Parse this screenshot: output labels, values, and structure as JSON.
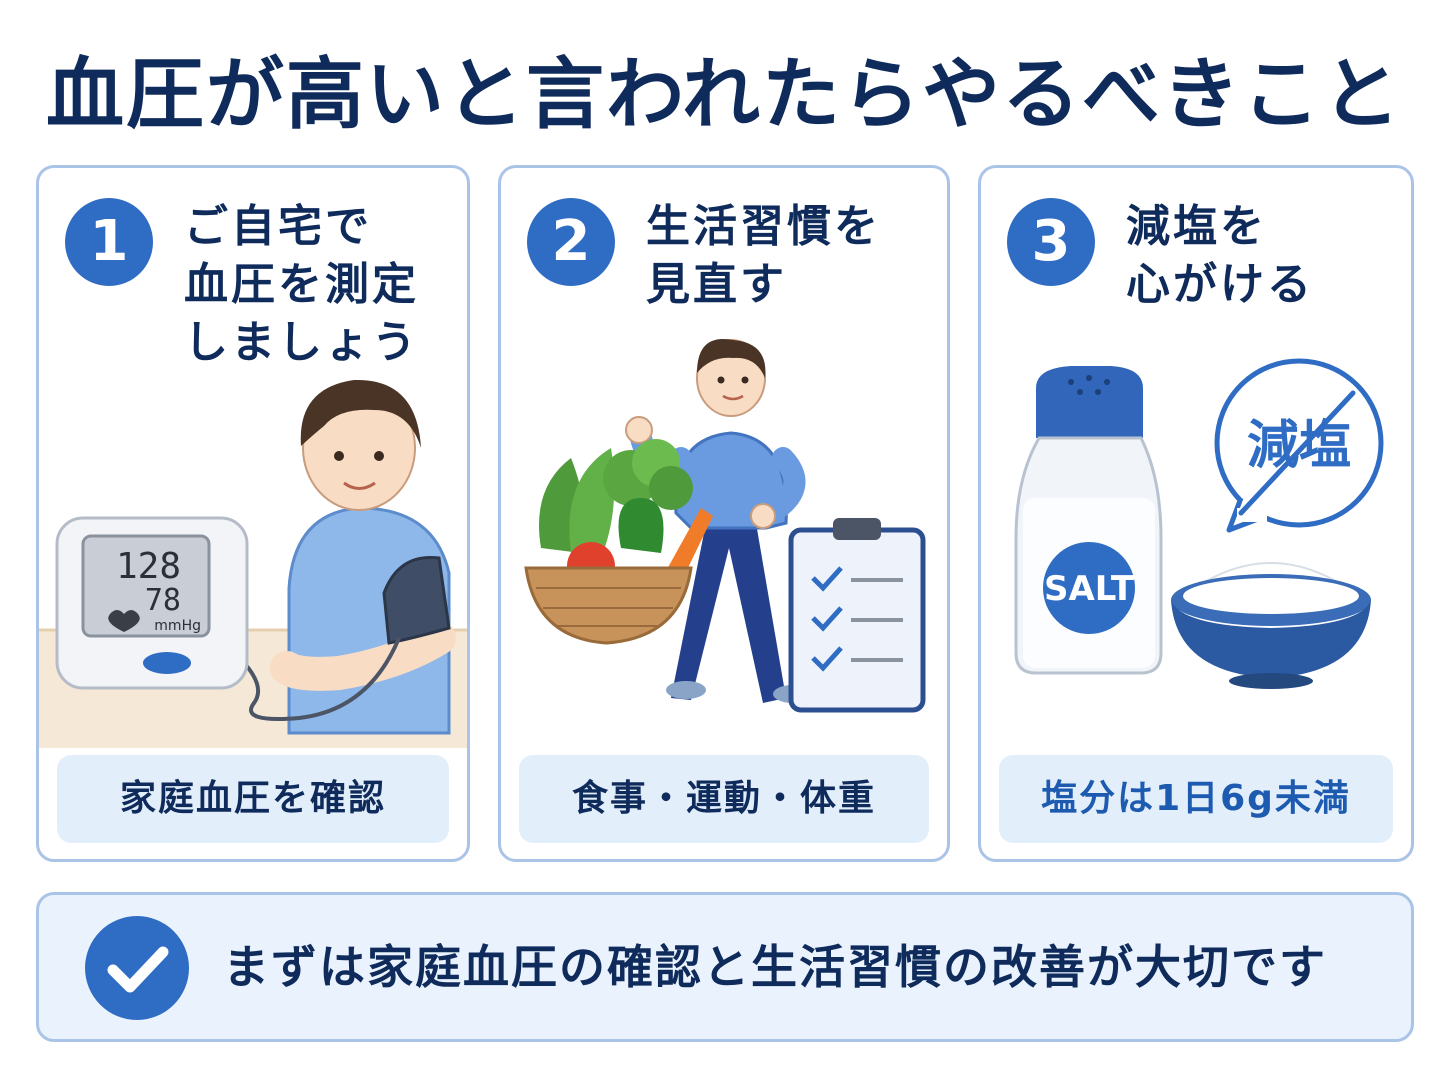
{
  "title": "血圧が高いと言われたらやるべきこと",
  "cards": [
    {
      "number": "1",
      "heading": [
        "ご自宅で",
        "血圧を測定",
        "しましょう"
      ],
      "monitor": {
        "systolic": "128",
        "diastolic": "78",
        "unit": "mmHg"
      },
      "label": "家庭血圧を確認"
    },
    {
      "number": "2",
      "heading": [
        "生活習慣を",
        "見直す"
      ],
      "label": "食事・運動・体重"
    },
    {
      "number": "3",
      "heading": [
        "減塩を",
        "心がける"
      ],
      "shaker_label": "SALT",
      "bubble_text": "減塩",
      "label": "塩分は1日6g未満"
    }
  ],
  "banner": {
    "text": "まずは家庭血圧の確認と生活習慣の改善が大切です"
  },
  "colors": {
    "navy": "#0f2b5b",
    "accent_blue": "#2f6cc4",
    "card_border": "#a9c4e6",
    "pill_bg": "#e3eefb"
  }
}
